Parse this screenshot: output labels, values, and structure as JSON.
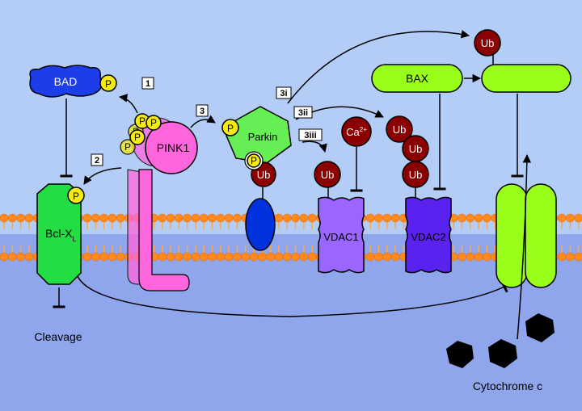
{
  "labels": {
    "bad": "BAD",
    "pink1": "PINK1",
    "parkin": "Parkin",
    "bax": "BAX",
    "bcl_main": "Bcl-X",
    "bcl_sub": "L",
    "vdac1": "VDAC1",
    "vdac2": "VDAC2",
    "ca_main": "Ca",
    "ca_sup": "2+",
    "cleavage": "Cleavage",
    "cytochrome": "Cytochrome c",
    "phospho": "P",
    "ubiquitin": "Ub"
  },
  "steps": {
    "s1": "1",
    "s2": "2",
    "s3": "3",
    "s3i": "3i",
    "s3ii": "3ii",
    "s3iii": "3iii"
  },
  "colors": {
    "cytosol": "#b3cdf7",
    "matrix": "#8fa5ec",
    "membrane_head": "#ff8a1f",
    "membrane_tail": "#f9a94a",
    "bad": "#1c3de8",
    "pink1": "#ff66dd",
    "parkin": "#66ee55",
    "bax": "#99ff1a",
    "bcl": "#22dd44",
    "vdac1": "#9a66ff",
    "vdac2": "#5a22ee",
    "phospho": "#f5ea14",
    "ubiquitin": "#8b0000"
  }
}
